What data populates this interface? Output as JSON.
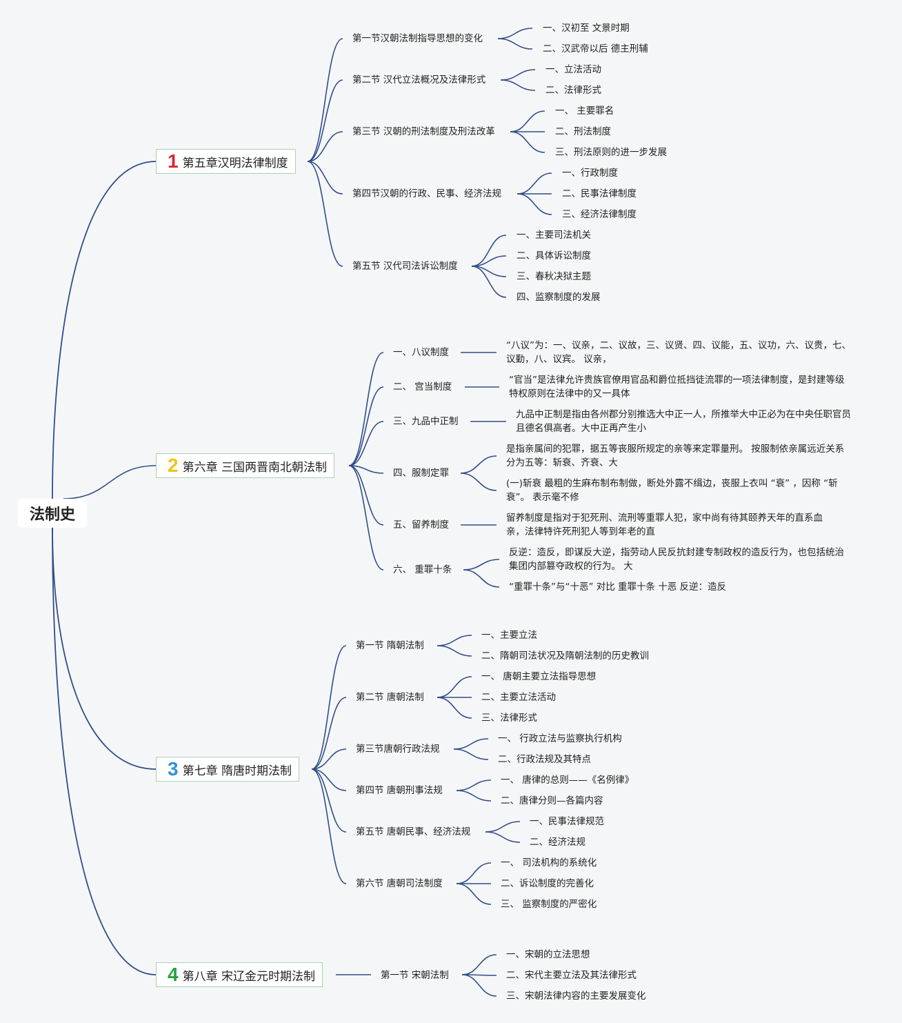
{
  "root": "法制史",
  "colors": {
    "line": "#2f4d8a",
    "ch1": "#d9262c",
    "ch2": "#f2c21b",
    "ch3": "#2f95d8",
    "ch4": "#27a243",
    "chapter_border": "#a9d3b4"
  },
  "chapters": [
    {
      "num": "1",
      "title": "第五章汉明法律制度"
    },
    {
      "num": "2",
      "title": "第六章 三国两晋南北朝法制"
    },
    {
      "num": "3",
      "title": "第七章 隋唐时期法制"
    },
    {
      "num": "4",
      "title": "第八章 宋辽金元时期法制"
    }
  ],
  "ch1": {
    "sections": [
      {
        "title": "第一节汉朝法制指导思想的变化",
        "items": [
          "一、汉初至 文景时期",
          "二、汉武帝以后 德主刑辅"
        ]
      },
      {
        "title": "第二节 汉代立法概况及法律形式",
        "items": [
          "一、立法活动",
          "二、法律形式"
        ]
      },
      {
        "title": "第三节 汉朝的刑法制度及刑法改革",
        "items": [
          "一、 主要罪名",
          "二、刑法制度",
          "三、刑法原则的进一步发展"
        ]
      },
      {
        "title": "第四节汉朝的行政、民事、经济法规",
        "items": [
          "一、行政制度",
          "二、民事法律制度",
          "三、经济法律制度"
        ]
      },
      {
        "title": "第五节 汉代司法诉讼制度",
        "items": [
          "一、主要司法机关",
          "二、具体诉讼制度",
          "三、春秋决狱主题",
          "四、监察制度的发展"
        ]
      }
    ]
  },
  "ch2": {
    "sections": [
      {
        "title": "一、八议制度",
        "items": [
          "“八议”为：一、议亲，二、议故，三、议贤、四、议能，五、议功，六、议贵，七、议勤，八、议宾。 议亲，"
        ]
      },
      {
        "title": "二、 宫当制度",
        "items": [
          "“官当”是法律允许贵族官僚用官品和爵位抵挡徒流罪的一项法律制度，是封建等级特权原则在法律中的又一具体"
        ]
      },
      {
        "title": "三、九品中正制",
        "items": [
          "九品中正制是指由各州郡分别推选大中正一人，所推举大中正必为在中央任职官员且德名俱高者。大中正再产生小"
        ]
      },
      {
        "title": "四、服制定罪",
        "items": [
          "是指亲属间的犯罪，据五等丧服所规定的亲等来定罪量刑。 按服制依亲属远近关系分为五等：斩衰、齐衰、大",
          "(一)斩衰 最粗的生麻布制布制做，断处外露不缉边，丧服上衣叫 “衰” ，因称 “斩衰”。 表示毫不修"
        ]
      },
      {
        "title": "五、留养制度",
        "items": [
          "留养制度是指对于犯死刑、流刑等重罪人犯，家中尚有待其颐养天年的直系血亲，法律特许死刑犯人等到年老的直"
        ]
      },
      {
        "title": "六、 重罪十条",
        "items": [
          "反逆：造反，即谋反大逆，指劳动人民反抗封建专制政权的造反行为，也包括统治集团内部篡夺政权的行为。 大",
          "“重罪十条”与“十恶” 对比 重罪十条 十恶 反逆：造反"
        ]
      }
    ]
  },
  "ch3": {
    "sections": [
      {
        "title": "第一节 隋朝法制",
        "items": [
          "一、主要立法",
          "二、隋朝司法状况及隋朝法制的历史教训"
        ]
      },
      {
        "title": "第二节 唐朝法制",
        "items": [
          "一、 唐朝主要立法指导思想",
          "二、主要立法活动",
          "三、法律形式"
        ]
      },
      {
        "title": "第三节唐朝行政法规",
        "items": [
          "一、 行政立法与监察执行机构",
          "二、行政法规及其特点"
        ]
      },
      {
        "title": "第四节 唐朝刑事法规",
        "items": [
          "一、 唐律的总则——《名例律》",
          "二、唐律分则—各篇内容"
        ]
      },
      {
        "title": "第五节 唐朝民事、经济法规",
        "items": [
          "一、民事法律规范",
          "二、经济法规"
        ]
      },
      {
        "title": "第六节 唐朝司法制度",
        "items": [
          "一、 司法机构的系统化",
          "二、诉讼制度的完善化",
          "三、 监察制度的严密化"
        ]
      }
    ]
  },
  "ch4": {
    "sections": [
      {
        "title": "第一节 宋朝法制",
        "items": [
          "一、宋朝的立法思想",
          "二、宋代主要立法及其法律形式",
          "三、宋朝法律内容的主要发展变化"
        ]
      }
    ]
  }
}
